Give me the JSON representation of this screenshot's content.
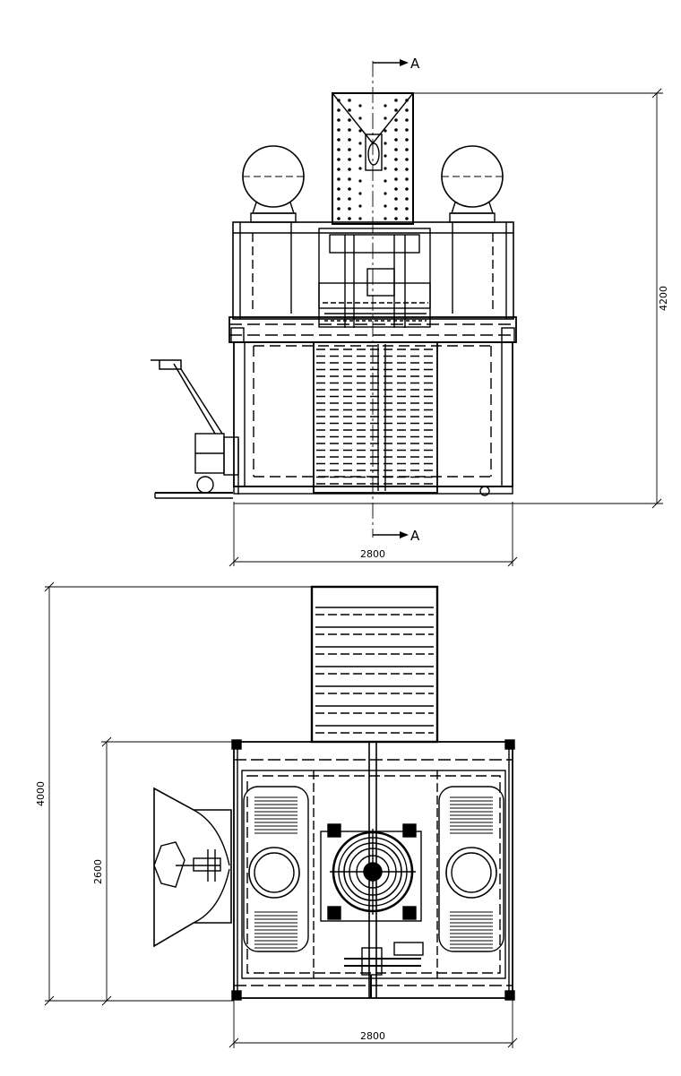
{
  "front_view": {
    "section_top_label": "A",
    "section_bottom_label": "A",
    "height_dimension": "4200",
    "width_dimension": "2800"
  },
  "plan_view": {
    "total_length_dimension": "4000",
    "body_length_dimension": "2600",
    "width_dimension": "2800"
  },
  "colors": {
    "line": "#000000",
    "background": "#ffffff"
  }
}
